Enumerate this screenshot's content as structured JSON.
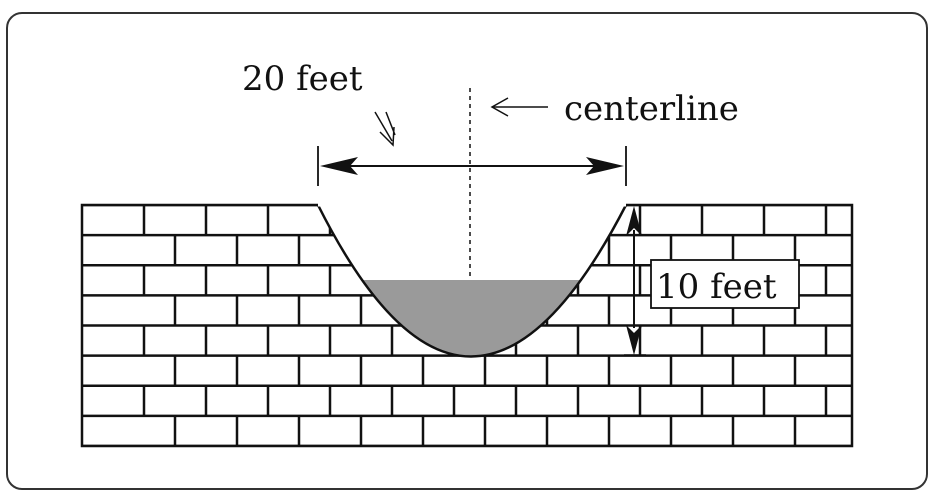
{
  "diagram": {
    "width_label": "20 feet",
    "centerline_label": "centerline",
    "depth_label": "10 feet"
  }
}
